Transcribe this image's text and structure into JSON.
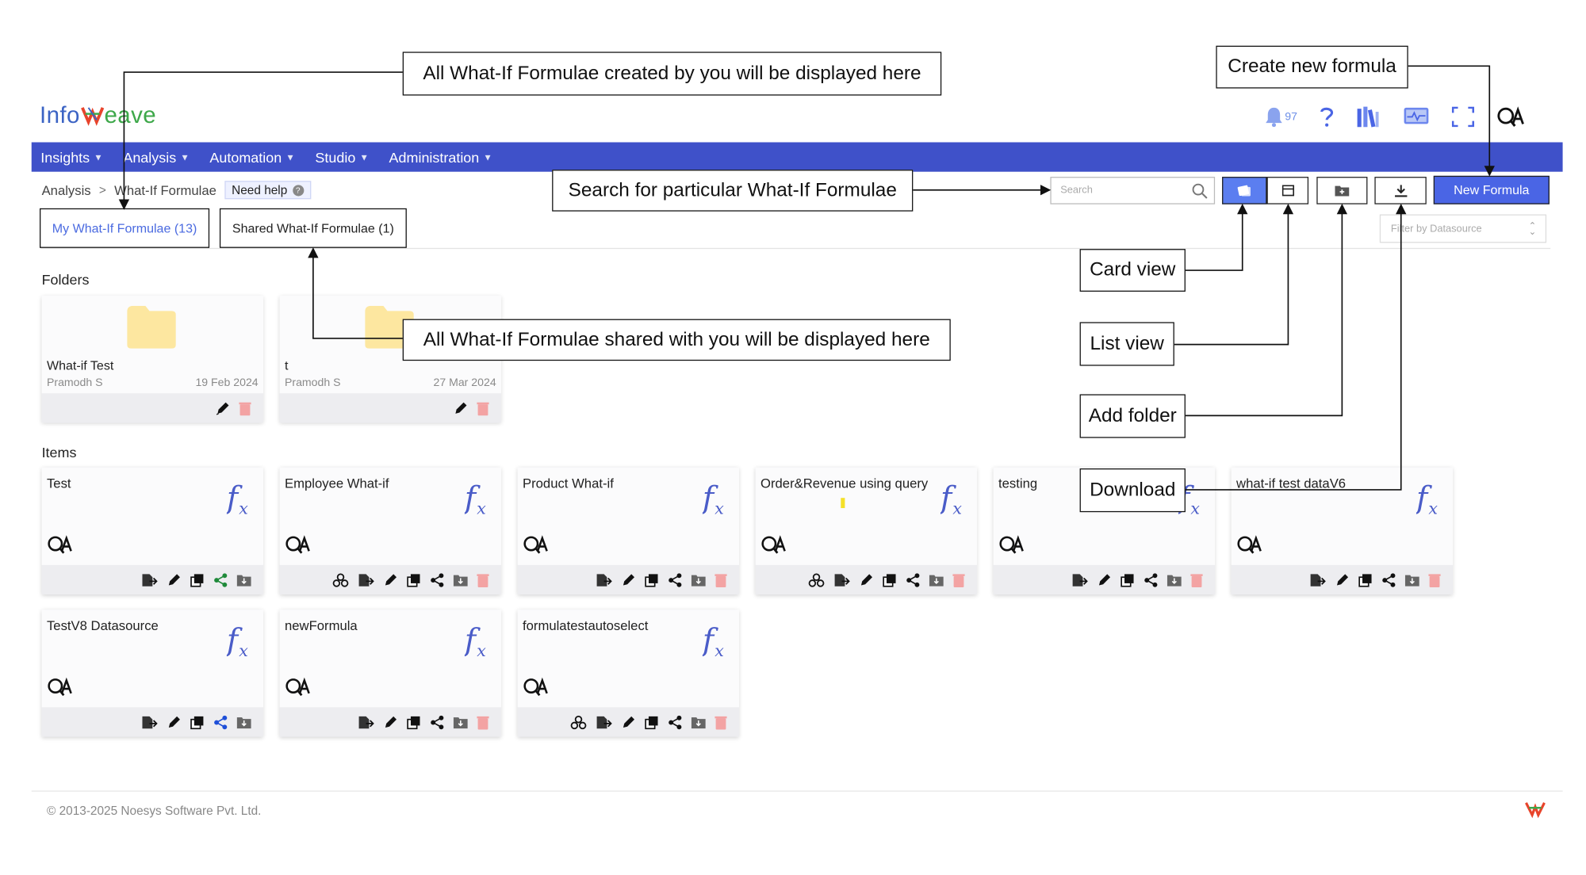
{
  "brand": {
    "logo_part1": "Info",
    "logo_part2": "eave",
    "footer": "© 2013-2025 Noesys Software Pvt. Ltd."
  },
  "header": {
    "notification_count": "97"
  },
  "nav": [
    {
      "label": "Insights"
    },
    {
      "label": "Analysis"
    },
    {
      "label": "Automation"
    },
    {
      "label": "Studio"
    },
    {
      "label": "Administration"
    }
  ],
  "breadcrumb": {
    "root": "Analysis",
    "current": "What-If Formulae",
    "help": "Need help"
  },
  "search": {
    "placeholder": "Search"
  },
  "toolbar": {
    "new_formula": "New Formula"
  },
  "tabs": {
    "mine": "My What-If Formulae (13)",
    "shared": "Shared What-If Formulae (1)"
  },
  "filter": {
    "placeholder": "Filter by Datasource"
  },
  "sections": {
    "folders": "Folders",
    "items": "Items"
  },
  "folders": [
    {
      "name": "What-if Test",
      "owner": "Pramodh S",
      "date": "19 Feb 2024"
    },
    {
      "name": "t",
      "owner": "Pramodh S",
      "date": "27 Mar 2024"
    }
  ],
  "items": [
    {
      "title": "Test"
    },
    {
      "title": "Employee What-if"
    },
    {
      "title": "Product What-if"
    },
    {
      "title": "Order&Revenue using query"
    },
    {
      "title": "testing"
    },
    {
      "title": "what-if test dataV6"
    },
    {
      "title": "TestV8 Datasource"
    },
    {
      "title": "newFormula"
    },
    {
      "title": "formulatestautoselect"
    }
  ],
  "callouts": {
    "all_mine": "All What-If Formulae created by you will be displayed here",
    "create_new": "Create new formula",
    "search": "Search for particular What-If Formulae",
    "shared": "All What-If Formulae shared with you will be displayed here",
    "card_view": "Card view",
    "list_view": "List view",
    "add_folder": "Add folder",
    "download": "Download"
  },
  "colors": {
    "nav": "#3f51c9",
    "accent": "#4a65e5",
    "fx": "#4a5cc8",
    "folder": "#fde7a0"
  }
}
